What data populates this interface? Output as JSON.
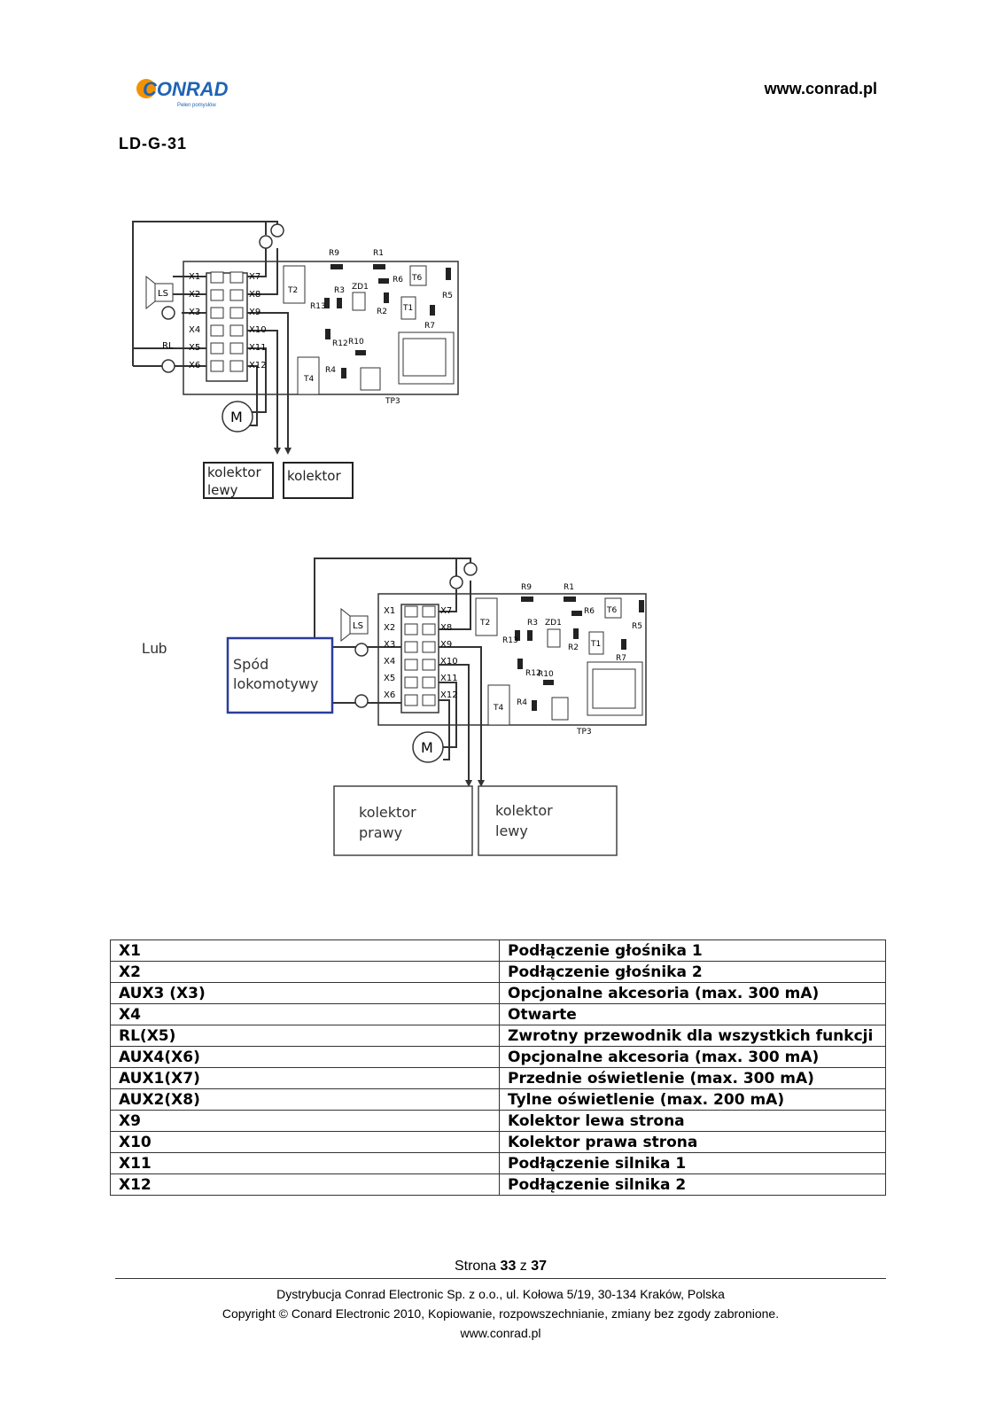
{
  "header": {
    "logo_text": "CONRAD",
    "logo_tagline": "Pełen pomysłów",
    "website": "www.conrad.pl",
    "model": "LD-G-31"
  },
  "diagram1": {
    "pins_left": [
      "X1",
      "X2",
      "X3",
      "X4",
      "X5",
      "X6"
    ],
    "pins_right": [
      "X7",
      "X8",
      "X9",
      "X10",
      "X11",
      "X12"
    ],
    "components": [
      "R9",
      "R1",
      "R6",
      "T6",
      "R5",
      "T2",
      "R13",
      "R3",
      "ZD1",
      "R2",
      "T1",
      "R7",
      "R12",
      "R10",
      "T4",
      "R4",
      "TP3"
    ],
    "speaker_label": "LS",
    "rl_label": "RL",
    "motor_label": "M",
    "box_left": [
      "kolektor",
      "lewy"
    ],
    "box_right": "kolektor"
  },
  "lub_label": "Lub",
  "diagram2": {
    "underside_label": [
      "Spód",
      "lokomotywy"
    ],
    "box_left": [
      "kolektor",
      "prawy"
    ],
    "box_right": [
      "kolektor",
      "lewy"
    ]
  },
  "pin_table": [
    [
      "X1",
      "Podłączenie głośnika 1"
    ],
    [
      "X2",
      "Podłączenie głośnika 2"
    ],
    [
      "AUX3 (X3)",
      "Opcjonalne akcesoria (max. 300 mA)"
    ],
    [
      "X4",
      "Otwarte"
    ],
    [
      "RL(X5)",
      "Zwrotny przewodnik dla wszystkich funkcji"
    ],
    [
      "AUX4(X6)",
      "Opcjonalne akcesoria (max. 300 mA)"
    ],
    [
      "AUX1(X7)",
      "Przednie oświetlenie (max. 300 mA)"
    ],
    [
      "AUX2(X8)",
      "Tylne oświetlenie (max. 200 mA)"
    ],
    [
      "X9",
      "Kolektor lewa strona"
    ],
    [
      "X10",
      "Kolektor prawa strona"
    ],
    [
      "X11",
      "Podłączenie silnika 1"
    ],
    [
      "X12",
      "Podłączenie silnika 2"
    ]
  ],
  "footer": {
    "page_prefix": "Strona",
    "page_num": "33",
    "page_sep": "z",
    "page_total": "37",
    "line1": "Dystrybucja Conrad Electronic Sp. z o.o., ul. Kołowa 5/19, 30-134 Kraków, Polska",
    "line2": "Copyright © Conard Electronic 2010, Kopiowanie, rozpowszechnianie, zmiany bez zgody zabronione.",
    "line3": "www.conrad.pl"
  },
  "colors": {
    "logo_blue": "#1f63b5",
    "logo_orange": "#f39200",
    "underside_box": "#2a3d9c"
  }
}
